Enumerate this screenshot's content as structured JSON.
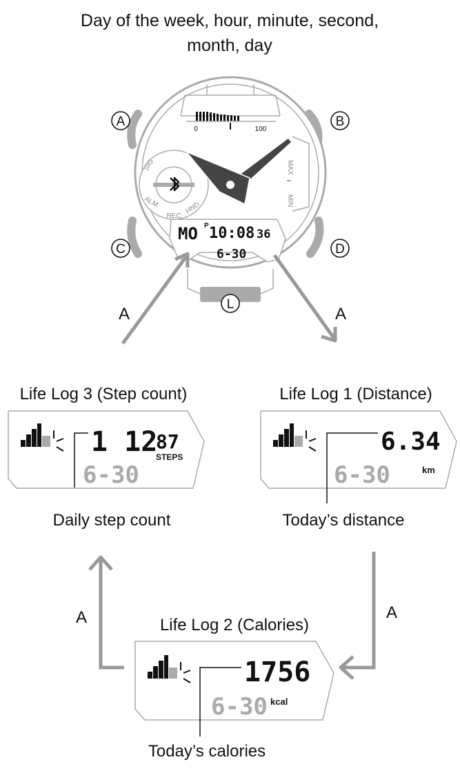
{
  "header": {
    "line1": "Day of the week, hour, minute, second,",
    "line2": "month, day"
  },
  "watch": {
    "buttons": {
      "a": "A",
      "b": "B",
      "c": "C",
      "d": "D",
      "l": "L"
    },
    "scale": {
      "min": "0",
      "max": "100"
    },
    "bezel": {
      "sig": "SIG",
      "alm": "ALM",
      "rec": "REC",
      "hnd": "HND",
      "max": "MAX",
      "min": "MIN"
    },
    "display": {
      "day": "MO",
      "pm": "P",
      "time": "10:08",
      "seconds": "36",
      "date": "6-30"
    }
  },
  "arrows": {
    "left": "A",
    "right": "A",
    "bottom": "A"
  },
  "steps_panel": {
    "title": "Life Log 3 (Step count)",
    "value": "1 12",
    "value_small": "87",
    "unit": "STEPS",
    "date": "6-30",
    "callout": "Daily step count"
  },
  "distance_panel": {
    "title": "Life Log 1 (Distance)",
    "value": "6.34",
    "unit": "km",
    "date": "6-30",
    "callout": "Today’s distance"
  },
  "calories_panel": {
    "title": "Life Log 2 (Calories)",
    "value": "1756",
    "unit": "kcal",
    "date": "6-30",
    "callout": "Today’s calories"
  },
  "colors": {
    "line": "#aaaaaa",
    "arrow": "#999999",
    "ink": "#111111",
    "dim": "#aaaaaa"
  },
  "icons": [
    "bluetooth-icon",
    "activity-graph-icon"
  ]
}
